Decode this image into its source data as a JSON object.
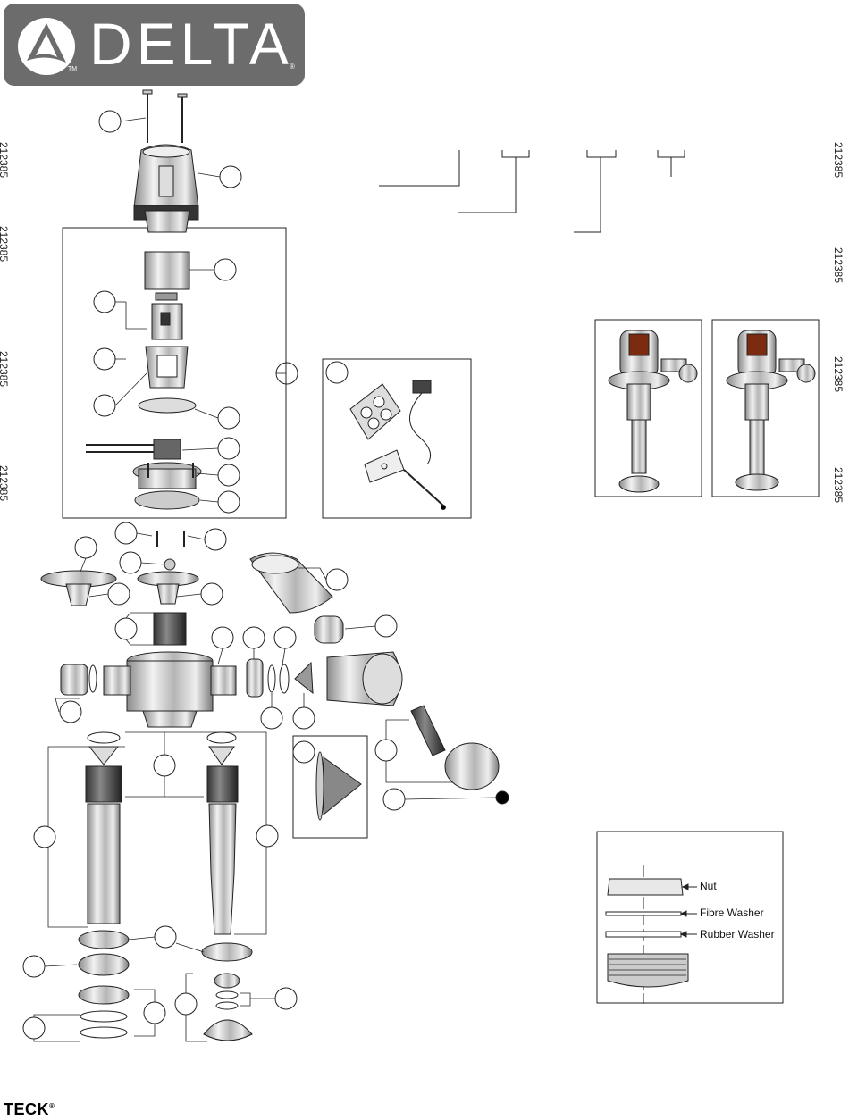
{
  "brand": {
    "name": "DELTA",
    "tm": "TM",
    "registered": "®"
  },
  "side_codes": {
    "left": [
      "212385",
      "212385",
      "212385",
      "212385"
    ],
    "right": [
      "212385",
      "212385",
      "212385",
      "212385"
    ]
  },
  "washer_legend": {
    "nut": "Nut",
    "fibre_washer": "Fibre Washer",
    "rubber_washer": "Rubber Washer"
  },
  "footer": {
    "brand": "TECK",
    "registered": "®"
  },
  "icons": [
    "delta-logo-icon",
    "exploded-flush-valve-diagram",
    "flush-valve-product-photo"
  ],
  "colors": {
    "logo_bg": "#6c6c6c",
    "chrome": "#c8c8c8",
    "sensor": "#7a2b10",
    "line": "#222222"
  }
}
